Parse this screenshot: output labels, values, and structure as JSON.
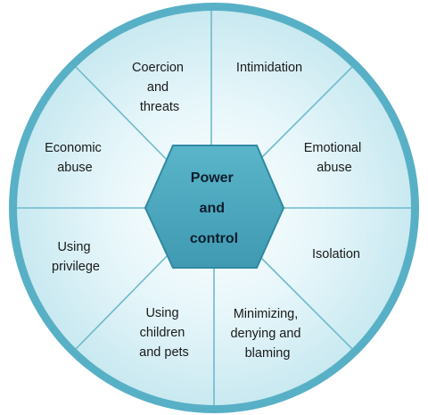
{
  "diagram": {
    "center": {
      "lines": [
        "Power",
        "and",
        "control"
      ]
    },
    "segments": [
      {
        "id": "coercion-and-threats",
        "lines": [
          "Coercion",
          "and",
          "threats"
        ]
      },
      {
        "id": "intimidation",
        "lines": [
          "Intimidation"
        ]
      },
      {
        "id": "emotional-abuse",
        "lines": [
          "Emotional",
          "abuse"
        ]
      },
      {
        "id": "isolation",
        "lines": [
          "Isolation"
        ]
      },
      {
        "id": "minimizing-denying-blaming",
        "lines": [
          "Minimizing,",
          "denying and",
          "blaming"
        ]
      },
      {
        "id": "using-children-and-pets",
        "lines": [
          "Using",
          "children",
          "and pets"
        ]
      },
      {
        "id": "using-privilege",
        "lines": [
          "Using",
          "privilege"
        ]
      },
      {
        "id": "economic-abuse",
        "lines": [
          "Economic",
          "abuse"
        ]
      }
    ],
    "colors": {
      "rim": "#58b0c6",
      "segment_fill": "#d4eef5",
      "divider": "#6dbacd",
      "hexagon_fill": "#4fa9bf",
      "hexagon_stroke": "#2f8aa3"
    }
  }
}
